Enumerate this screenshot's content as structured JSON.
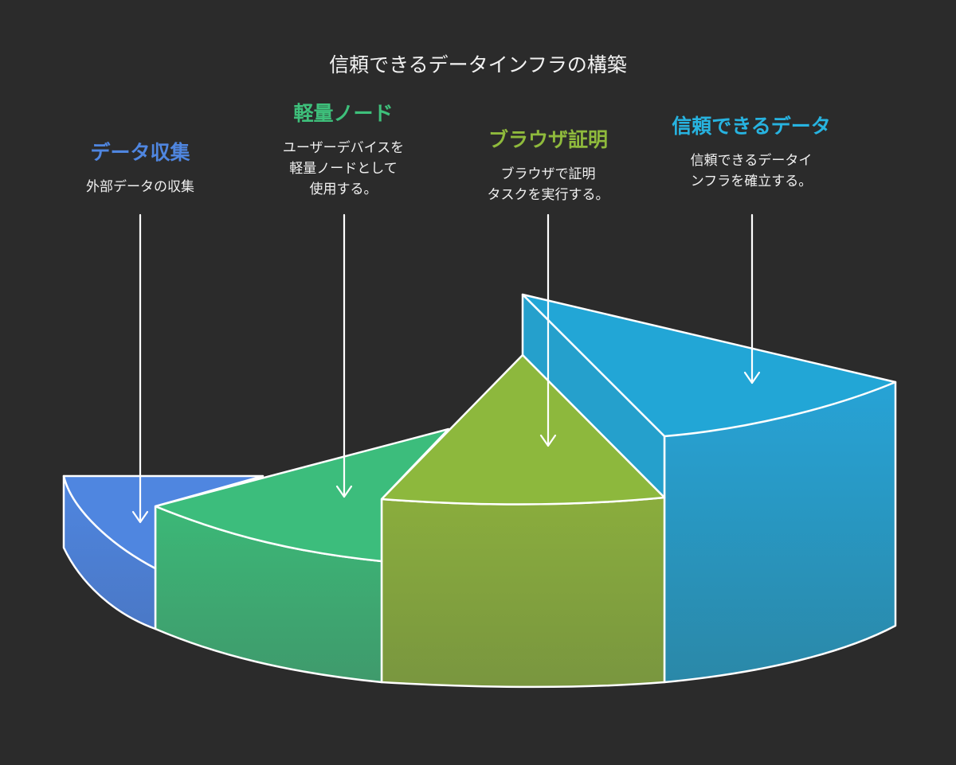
{
  "title": "信頼できるデータインフラの構築",
  "segments": [
    {
      "heading": "データ収集",
      "desc": "外部データの収集",
      "color": "#4f86e0"
    },
    {
      "heading": "軽量ノード",
      "desc": "ユーザーデバイスを\n軽量ノードとして\n使用する。",
      "color": "#3ec07b"
    },
    {
      "heading": "ブラウザ証明",
      "desc": "ブラウザで証明\nタスクを実行する。",
      "color": "#8fba3c"
    },
    {
      "heading": "信頼できるデータ",
      "desc": "信頼できるデータイ\nンフラを確立する。",
      "color": "#27b3e0"
    }
  ]
}
